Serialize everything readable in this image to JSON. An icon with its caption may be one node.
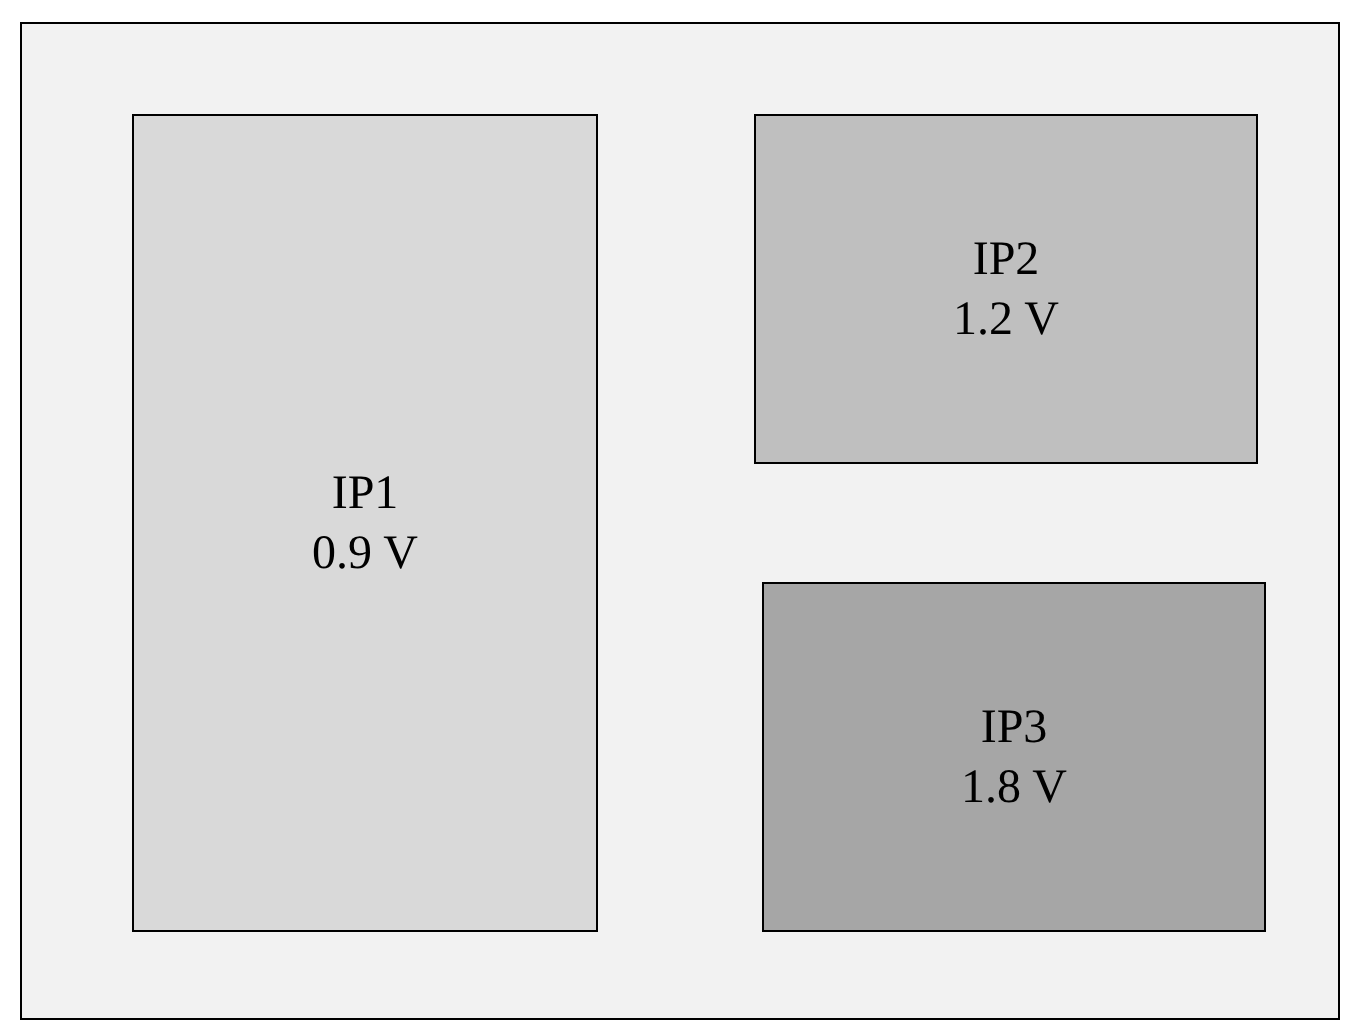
{
  "diagram": {
    "nodes": [
      {
        "text": [],
        "shape": "box"
      },
      {
        "text": [
          "IP1",
          "0.9 V"
        ],
        "in": 0
      },
      {
        "text": [
          "IP2",
          "1.2 V"
        ],
        "in": 0
      },
      {
        "text": [
          "IP3",
          "1.8 V"
        ],
        "in": 0
      }
    ]
  }
}
